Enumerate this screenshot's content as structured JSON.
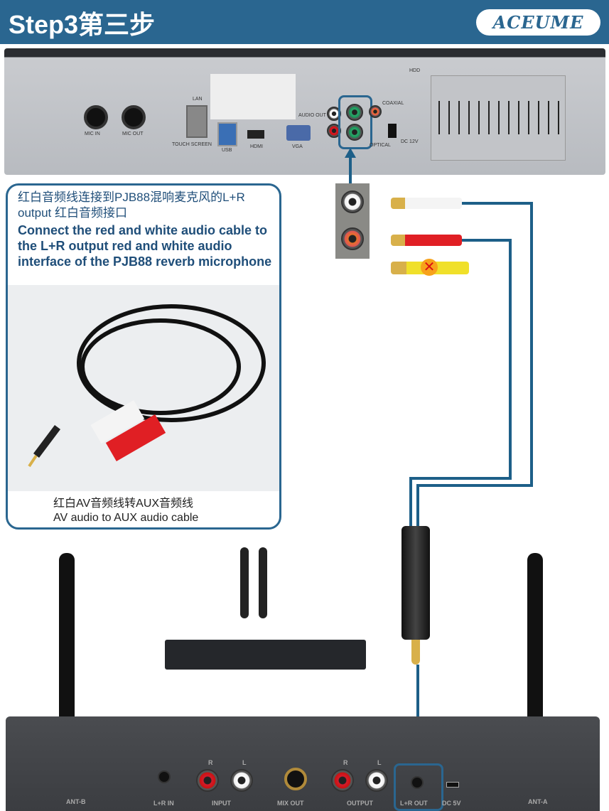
{
  "header": {
    "title": "Step3第三步",
    "logo": "ACEUME"
  },
  "player": {
    "labels": {
      "mic_in": "MIC IN",
      "mic_out": "MIC OUT",
      "lan": "LAN",
      "touch_screen": "TOUCH SCREEN",
      "usb": "USB",
      "hdmi": "HDMI",
      "vga": "VGA",
      "audio_out": "AUDIO OUT",
      "coaxial": "COAXIAL",
      "optical": "OPTICAL",
      "dc": "DC 12V",
      "hdd": "HDD"
    }
  },
  "infobox": {
    "chinese": "红白音频线连接到PJB88混响麦克风的L+R output 红白音频接口",
    "english": "Connect the red and white audio cable to the L+R output red and white audio interface of the PJB88 reverb microphone",
    "caption_cn": "红白AV音频线转AUX音频线",
    "caption_en": "AV audio to AUX audio cable"
  },
  "receiver": {
    "labels": {
      "ant_b": "ANT-B",
      "lr_in": "L+R IN",
      "input": "INPUT",
      "mix_out": "MIX OUT",
      "output": "OUTPUT",
      "lr_out": "L+R OUT",
      "dc": "DC 5V",
      "ant_a": "ANT-A",
      "r": "R",
      "l": "L"
    }
  },
  "colors": {
    "accent": "#2a6690"
  }
}
